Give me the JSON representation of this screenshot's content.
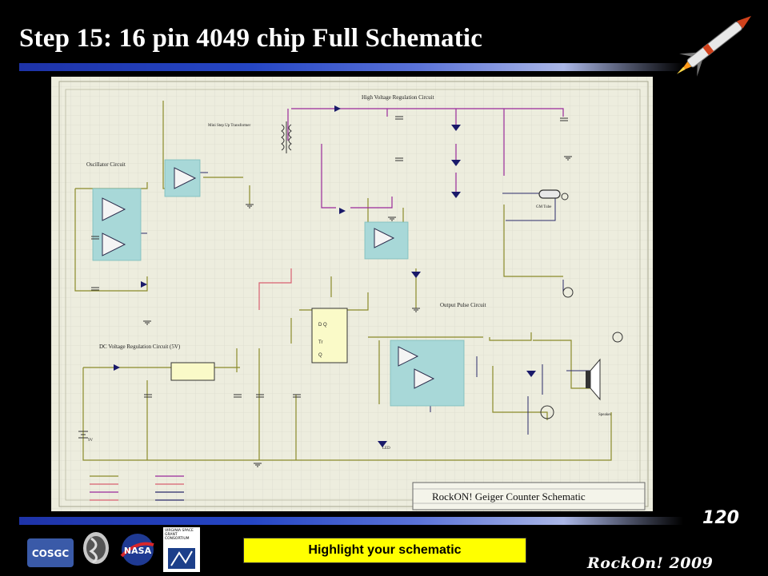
{
  "slide": {
    "title": "Step 15: 16 pin 4049 chip Full Schematic",
    "page_number": "120",
    "highlight_text": "Highlight your schematic",
    "footer_brand": "RockOn! 2009"
  },
  "schematic": {
    "title_block": "RockON! Geiger Counter Schematic",
    "section_labels": {
      "high_voltage": "High Voltage Regulation Circuit",
      "oscillator": "Oscillator Circuit",
      "dc_voltage": "DC Voltage Regulation Circuit (5V)",
      "output_pulse": "Output Pulse Circuit"
    },
    "component_labels": {
      "transformer": "Mini Step Up Transformer",
      "gm_tube": "GM Tube",
      "speaker": "Speaker",
      "led": "LED",
      "battery": "9V"
    }
  },
  "logos": {
    "cosgc": "COSGC",
    "nasa": "NASA",
    "vsgc": "VIRGINIA SPACE GRANT CONSORTIUM"
  },
  "colors": {
    "background": "#000000",
    "rule_blue": "#2546c4",
    "highlight_yellow": "#ffff00",
    "schematic_bg": "#ededde",
    "wire_olive": "#8a8a2a",
    "wire_purple": "#9a2a9a",
    "wire_pink": "#d86070",
    "ic_highlight": "#a8d8d8"
  }
}
